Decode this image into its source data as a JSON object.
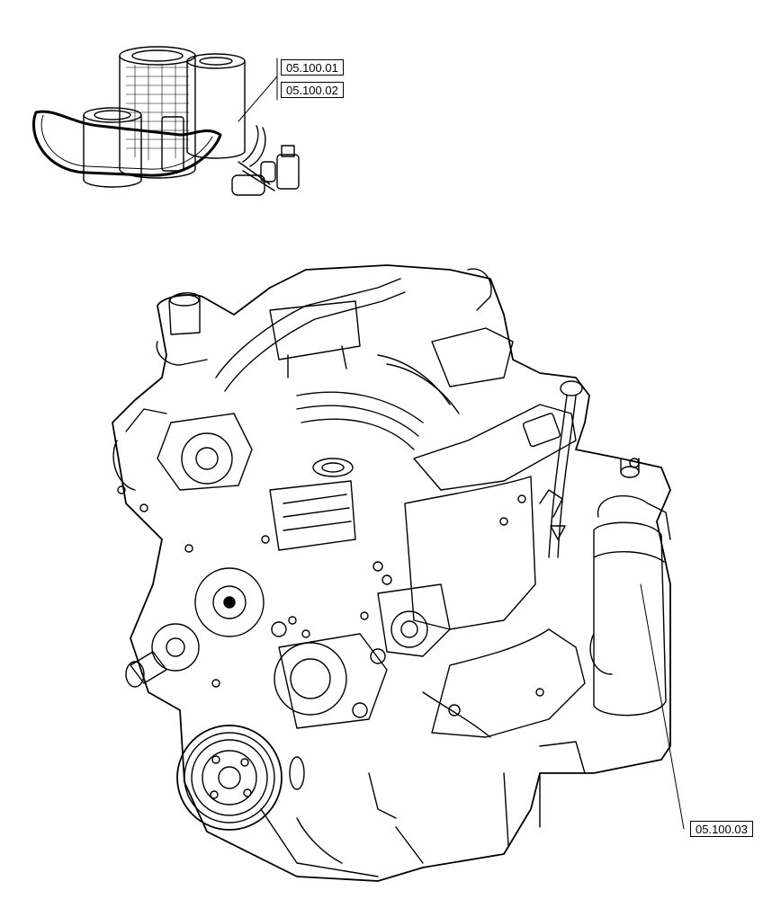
{
  "callouts": {
    "ref_1": "05.100.01",
    "ref_2": "05.100.02",
    "ref_3": "05.100.03"
  },
  "icons": {
    "filter_kit": "filters-belt-hoses-kit-icon",
    "engine": "diesel-engine-illustration-icon"
  },
  "colors": {
    "line": "#000000",
    "background": "#ffffff"
  }
}
